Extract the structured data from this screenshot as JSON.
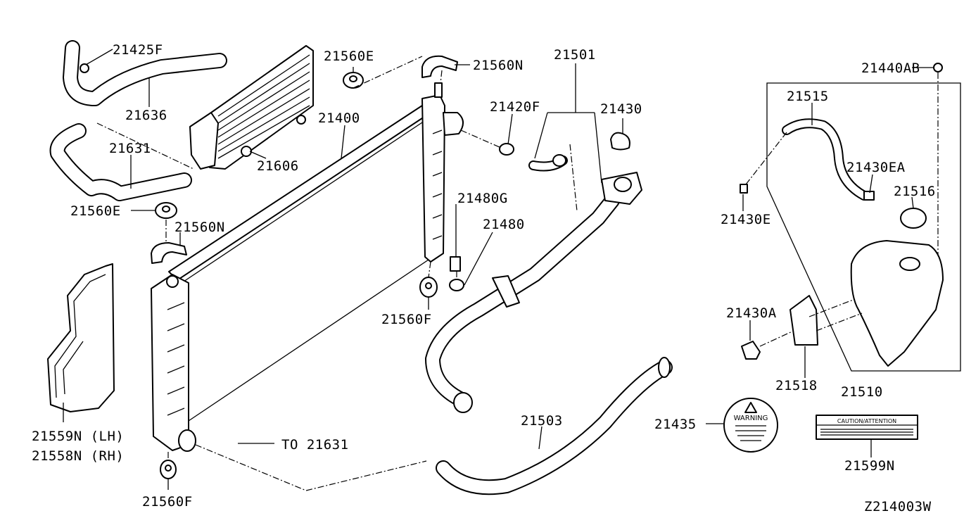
{
  "part_labels": {
    "p21425F": "21425F",
    "p21636": "21636",
    "p21560E_top": "21560E",
    "p21400": "21400",
    "p21606": "21606",
    "p21631": "21631",
    "p21560E_left": "21560E",
    "p21560N_left": "21560N",
    "p21560N_top": "21560N",
    "p21501": "21501",
    "p21420F": "21420F",
    "p21430": "21430",
    "p21480G": "21480G",
    "p21480": "21480",
    "p21560F_mid": "21560F",
    "p21559N": "21559N (LH)",
    "p21558N": "21558N (RH)",
    "to21631": "TO 21631",
    "p21560F_bot": "21560F",
    "p21503": "21503",
    "p21440AB": "21440AB",
    "p21515": "21515",
    "p21430EA": "21430EA",
    "p21516": "21516",
    "p21430E": "21430E",
    "p21430A": "21430A",
    "p21518": "21518",
    "p21510": "21510",
    "p21435": "21435",
    "p21599N": "21599N"
  },
  "warning_cap_text": "WARNING",
  "caution_label_text": "CAUTION/ATTENTION",
  "diagram_code": "Z214003W"
}
